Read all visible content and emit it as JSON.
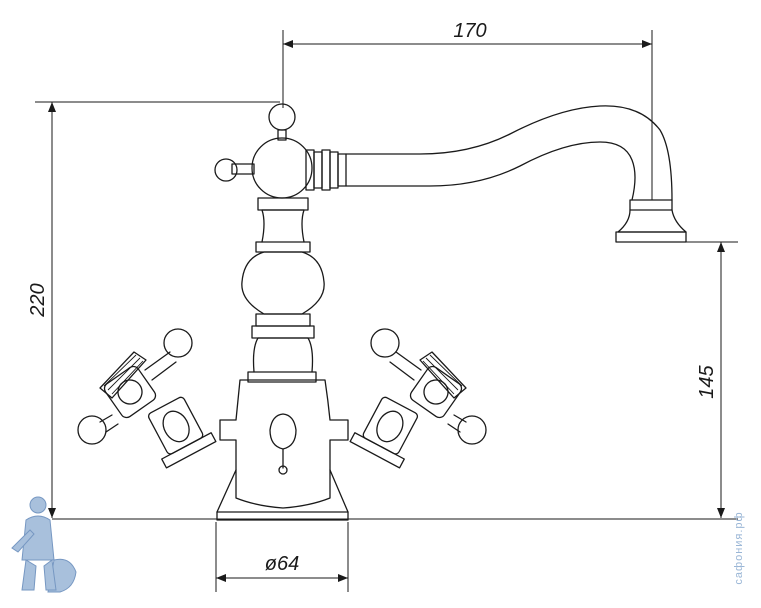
{
  "dimensions": {
    "spout_reach": "170",
    "total_height": "220",
    "spout_height": "145",
    "base_diameter": "ø64"
  },
  "watermark": {
    "text": "сафония.рф",
    "colors": {
      "body": "#9ab6d6",
      "outline": "#5f86b8"
    }
  },
  "colors": {
    "line": "#1a1a1a",
    "background": "#ffffff"
  }
}
